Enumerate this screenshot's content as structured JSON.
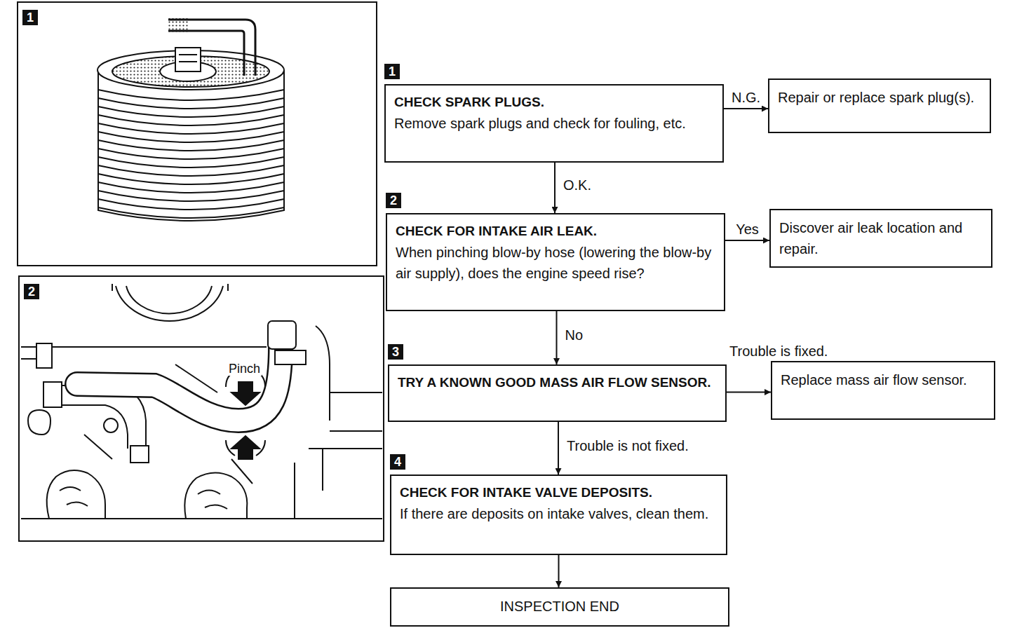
{
  "diagram": {
    "nodes": [
      {
        "text": [
          "1"
        ]
      },
      {
        "text": [
          "2"
        ]
      },
      {
        "text": [
          "1",
          "CHECK SPARK PLUGS.",
          "Remove spark plugs and check for fouling, etc."
        ]
      },
      {
        "text": [
          "Repair or replace spark plug(s)."
        ]
      },
      {
        "text": [
          "2",
          "CHECK FOR INTAKE AIR LEAK.",
          "When pinching blow-by hose (lowering the blow-by air supply), does the engine speed rise?"
        ]
      },
      {
        "text": [
          "Discover air leak location and repair."
        ]
      },
      {
        "text": [
          "3",
          "TRY A KNOWN GOOD MASS AIR FLOW SENSOR."
        ]
      },
      {
        "text": [
          "Replace mass air flow sensor."
        ]
      },
      {
        "text": [
          "4",
          "CHECK FOR INTAKE VALVE DEPOSITS.",
          "If there are deposits on intake valves, clean them."
        ]
      },
      {
        "text": [
          "INSPECTION END"
        ]
      }
    ],
    "edges": [
      {
        "from": 2,
        "to": 3,
        "label": "N.G.",
        "arrow": "to"
      },
      {
        "from": 2,
        "to": 4,
        "label": "O.K.",
        "arrow": "to"
      },
      {
        "from": 4,
        "to": 5,
        "label": "Yes",
        "arrow": "to"
      },
      {
        "from": 4,
        "to": 6,
        "label": "No",
        "arrow": "to"
      },
      {
        "from": 6,
        "to": 7,
        "label": "Trouble is fixed.",
        "arrow": "to"
      },
      {
        "from": 6,
        "to": 8,
        "label": "Trouble is not fixed.",
        "arrow": "to"
      },
      {
        "from": 8,
        "to": 9,
        "arrow": "to"
      }
    ],
    "labels": [
      "Pinch"
    ]
  }
}
